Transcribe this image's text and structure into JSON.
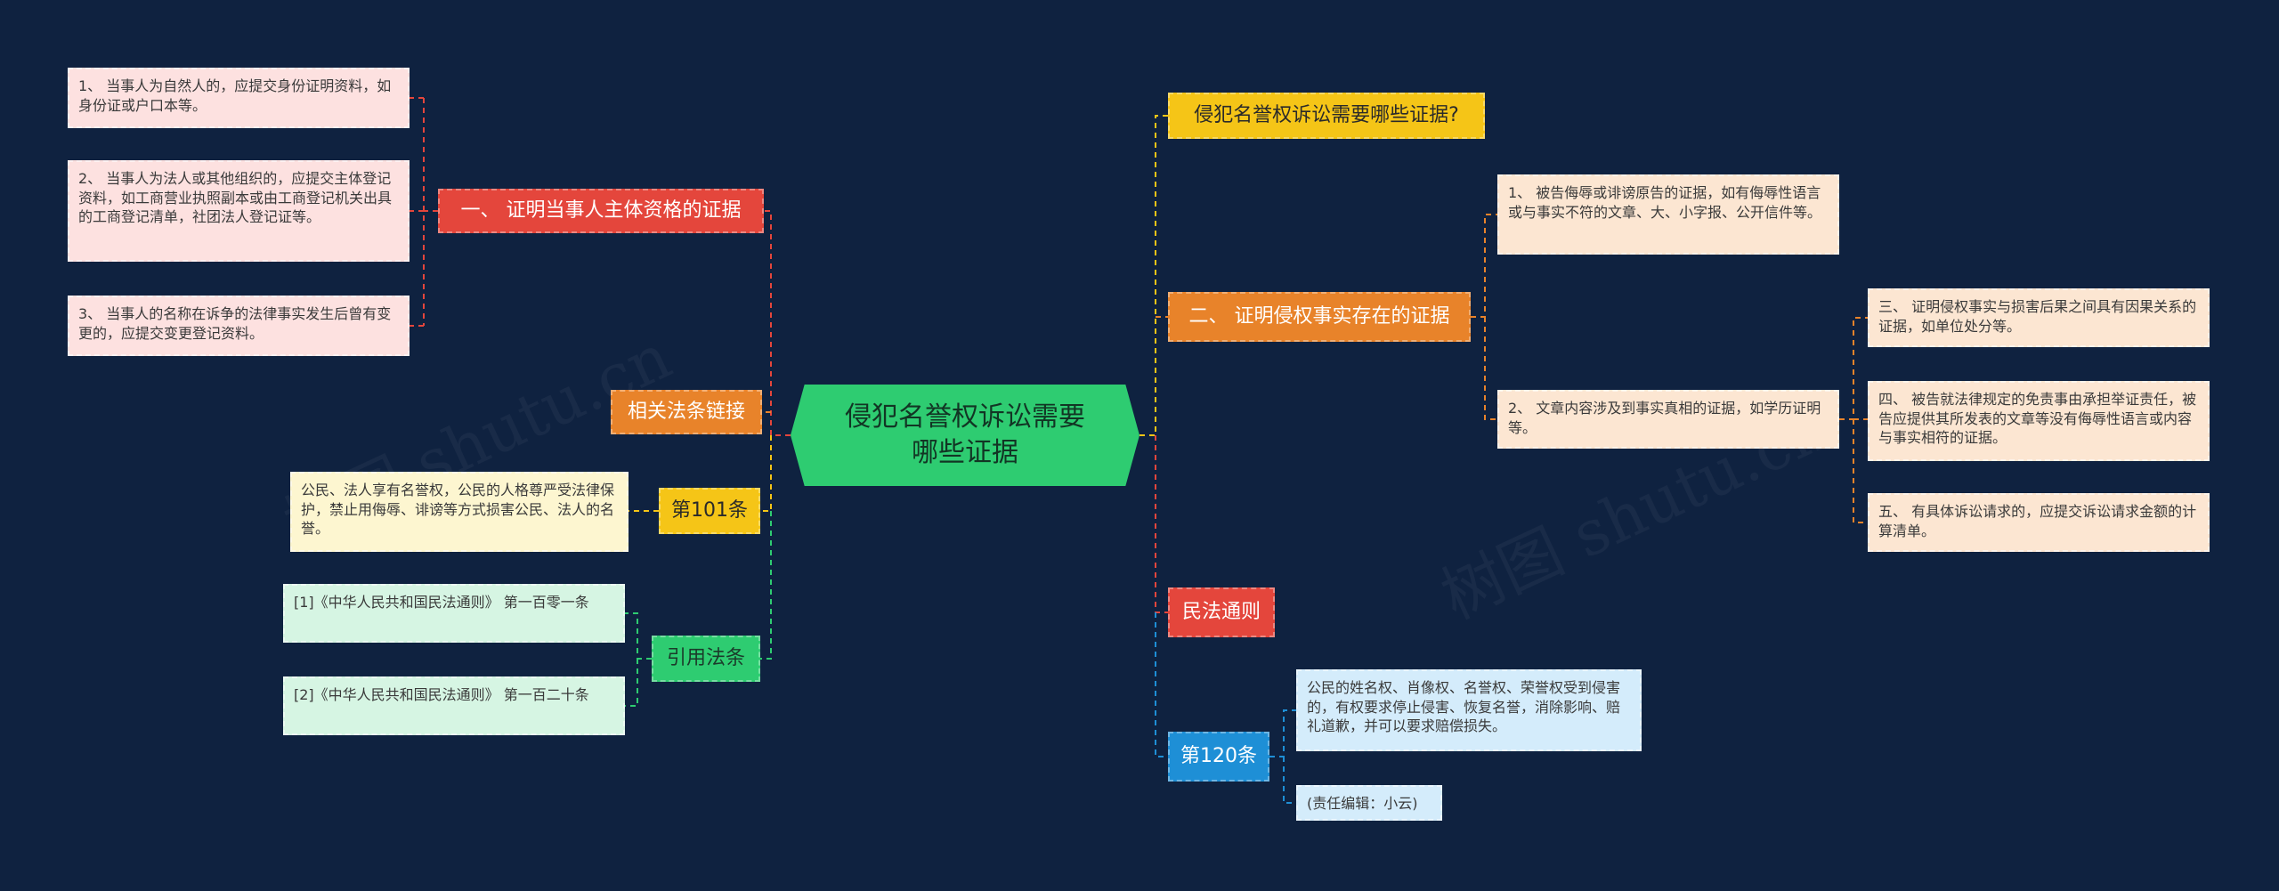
{
  "root": "侵犯名誉权诉讼需要哪些证据",
  "left": {
    "subject": {
      "label": "一、 证明当事人主体资格的证据",
      "items": [
        "1、 当事人为自然人的，应提交身份证明资料，如身份证或户口本等。",
        "2、 当事人为法人或其他组织的，应提交主体登记资料，如工商营业执照副本或由工商登记机关出具的工商登记清单，社团法人登记证等。",
        "3、 当事人的名称在诉争的法律事实发生后曾有变更的，应提交变更登记资料。"
      ]
    },
    "related_law": "相关法条链接",
    "art101": {
      "label": "第101条",
      "text": "公民、法人享有名誉权，公民的人格尊严受法律保护，禁止用侮辱、诽谤等方式损害公民、法人的名誉。"
    },
    "citations": {
      "label": "引用法条",
      "items": [
        "[1]《中华人民共和国民法通则》 第一百零一条",
        "[2]《中华人民共和国民法通则》 第一百二十条"
      ]
    }
  },
  "right": {
    "question": "侵犯名誉权诉讼需要哪些证据?",
    "infringement": {
      "label": "二、 证明侵权事实存在的证据",
      "items": [
        "1、 被告侮辱或诽谤原告的证据，如有侮辱性语言或与事实不符的文章、大、小字报、公开信件等。",
        "2、 文章内容涉及到事实真相的证据，如学历证明等。"
      ],
      "sub_items": [
        "三、 证明侵权事实与损害后果之间具有因果关系的证据，如单位处分等。",
        "四、 被告就法律规定的免责事由承担举证责任，被告应提供其所发表的文章等没有侮辱性语言或内容与事实相符的证据。",
        "五、 有具体诉讼请求的，应提交诉讼请求金额的计算清单。"
      ]
    },
    "civil_law": "民法通则",
    "art120": {
      "label": "第120条",
      "text": "公民的姓名权、肖像权、名誉权、荣誉权受到侵害的，有权要求停止侵害、恢复名誉，消除影响、赔礼道歉，并可以要求赔偿损失。",
      "editor": "(责任编辑：小云)"
    }
  },
  "watermark": "树图 shutu.cn",
  "colors": {
    "background": "#0f2240",
    "root": "#2ecc71",
    "red": "#e4463c",
    "orange": "#e8832a",
    "yellow": "#f5c517",
    "green": "#2ecc71",
    "blue": "#1e8fd6"
  }
}
